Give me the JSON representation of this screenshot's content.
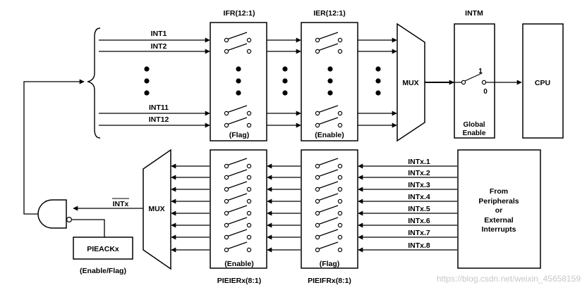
{
  "top_inputs": [
    "INT1",
    "INT2",
    "INT11",
    "INT12"
  ],
  "ifr": {
    "title": "IFR(12:1)",
    "caption": "(Flag)"
  },
  "ier": {
    "title": "IER(12:1)",
    "caption": "(Enable)"
  },
  "mux_top": "MUX",
  "intm": {
    "title": "INTM",
    "on": "1",
    "off": "0",
    "caption_line1": "Global",
    "caption_line2": "Enable"
  },
  "cpu": "CPU",
  "mux_bottom": "MUX",
  "intx_out": "INTx",
  "pieack": {
    "label": "PIEACKx",
    "caption": "(Enable/Flag)"
  },
  "pieier": {
    "caption": "(Enable)",
    "title": "PIEIERx(8:1)"
  },
  "pieifr": {
    "caption": "(Flag)",
    "title": "PIEIFRx(8:1)"
  },
  "bottom_inputs": [
    "INTx.1",
    "INTx.2",
    "INTx.3",
    "INTx.4",
    "INTx.5",
    "INTx.6",
    "INTx.7",
    "INTx.8"
  ],
  "peripherals": {
    "line1": "From",
    "line2": "Peripherals",
    "line3": "or",
    "line4": "External",
    "line5": "Interrupts"
  },
  "watermark": "https://blog.csdn.net/weixin_45658159"
}
